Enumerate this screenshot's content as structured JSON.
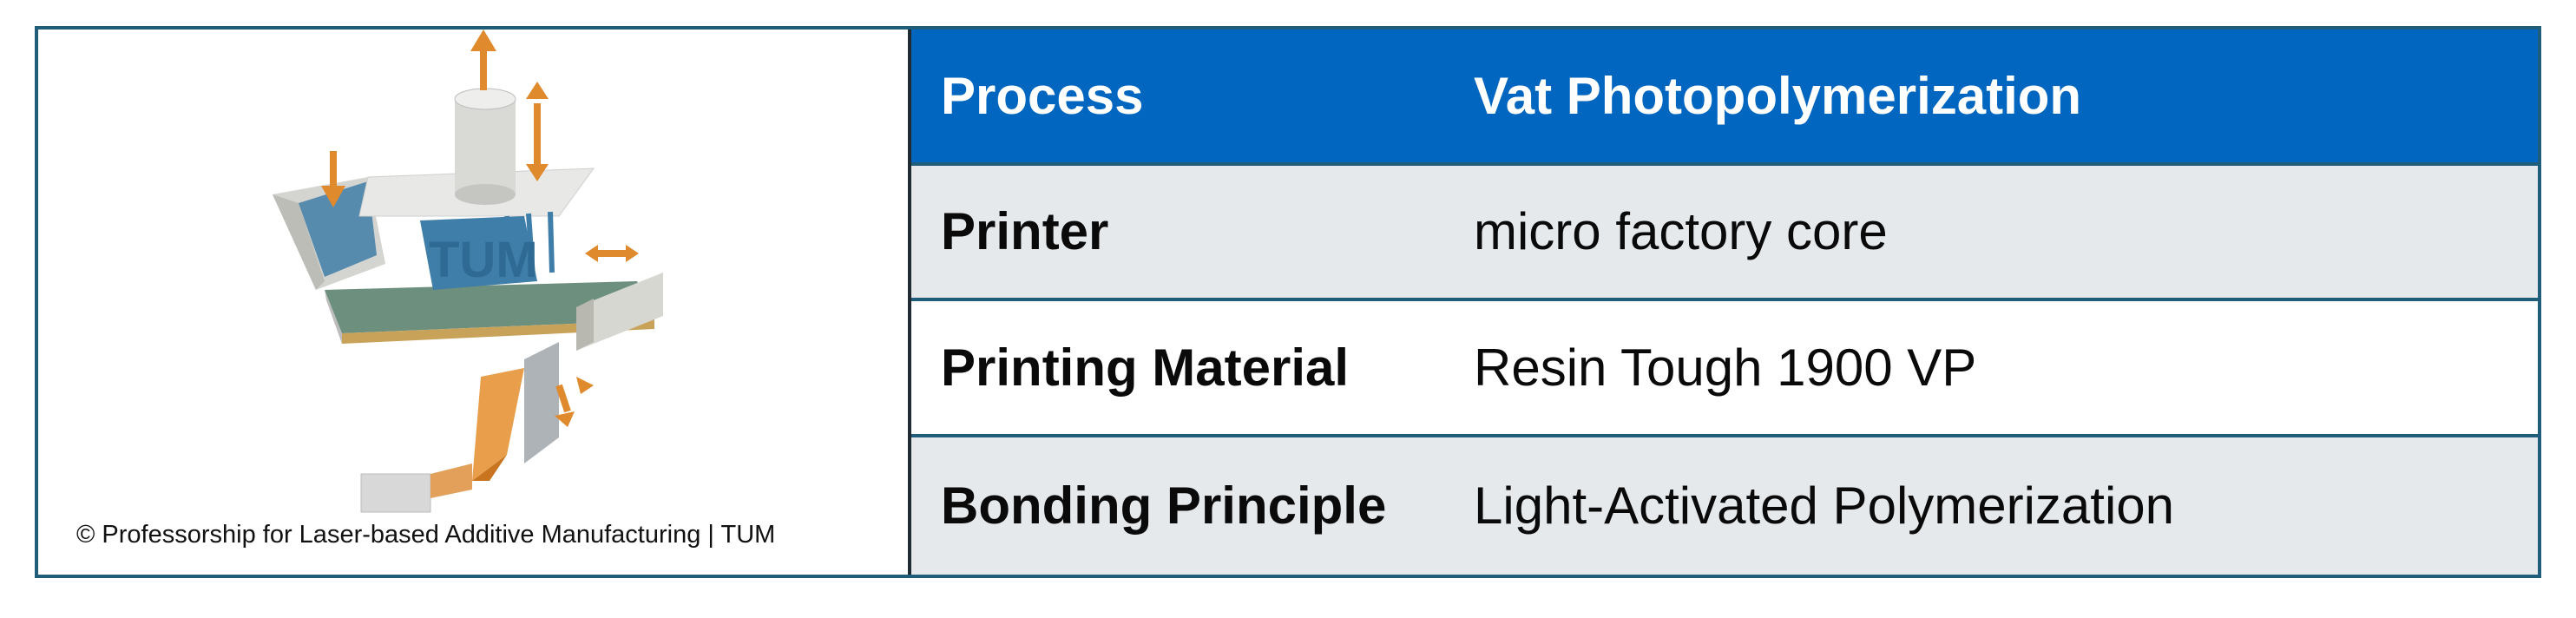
{
  "figure": {
    "caption": "© Professorship for Laser-based Additive Manufacturing | TUM",
    "illustration": "vat-photopolymerization-printer-icon",
    "logo_text": "TUM"
  },
  "table": {
    "header": {
      "key": "Process",
      "value": "Vat Photopolymerization"
    },
    "rows": [
      {
        "key": "Printer",
        "value": "micro factory core"
      },
      {
        "key": "Printing Material",
        "value": "Resin Tough 1900 VP"
      },
      {
        "key": "Bonding Principle",
        "value": "Light-Activated Polymerization"
      }
    ]
  },
  "colors": {
    "header_bg": "#0066bf",
    "border": "#1f5d7a",
    "row_alt_bg": "#e6e9ec",
    "arrow_orange": "#e08a2e",
    "part_blue": "#3f7ea8"
  }
}
